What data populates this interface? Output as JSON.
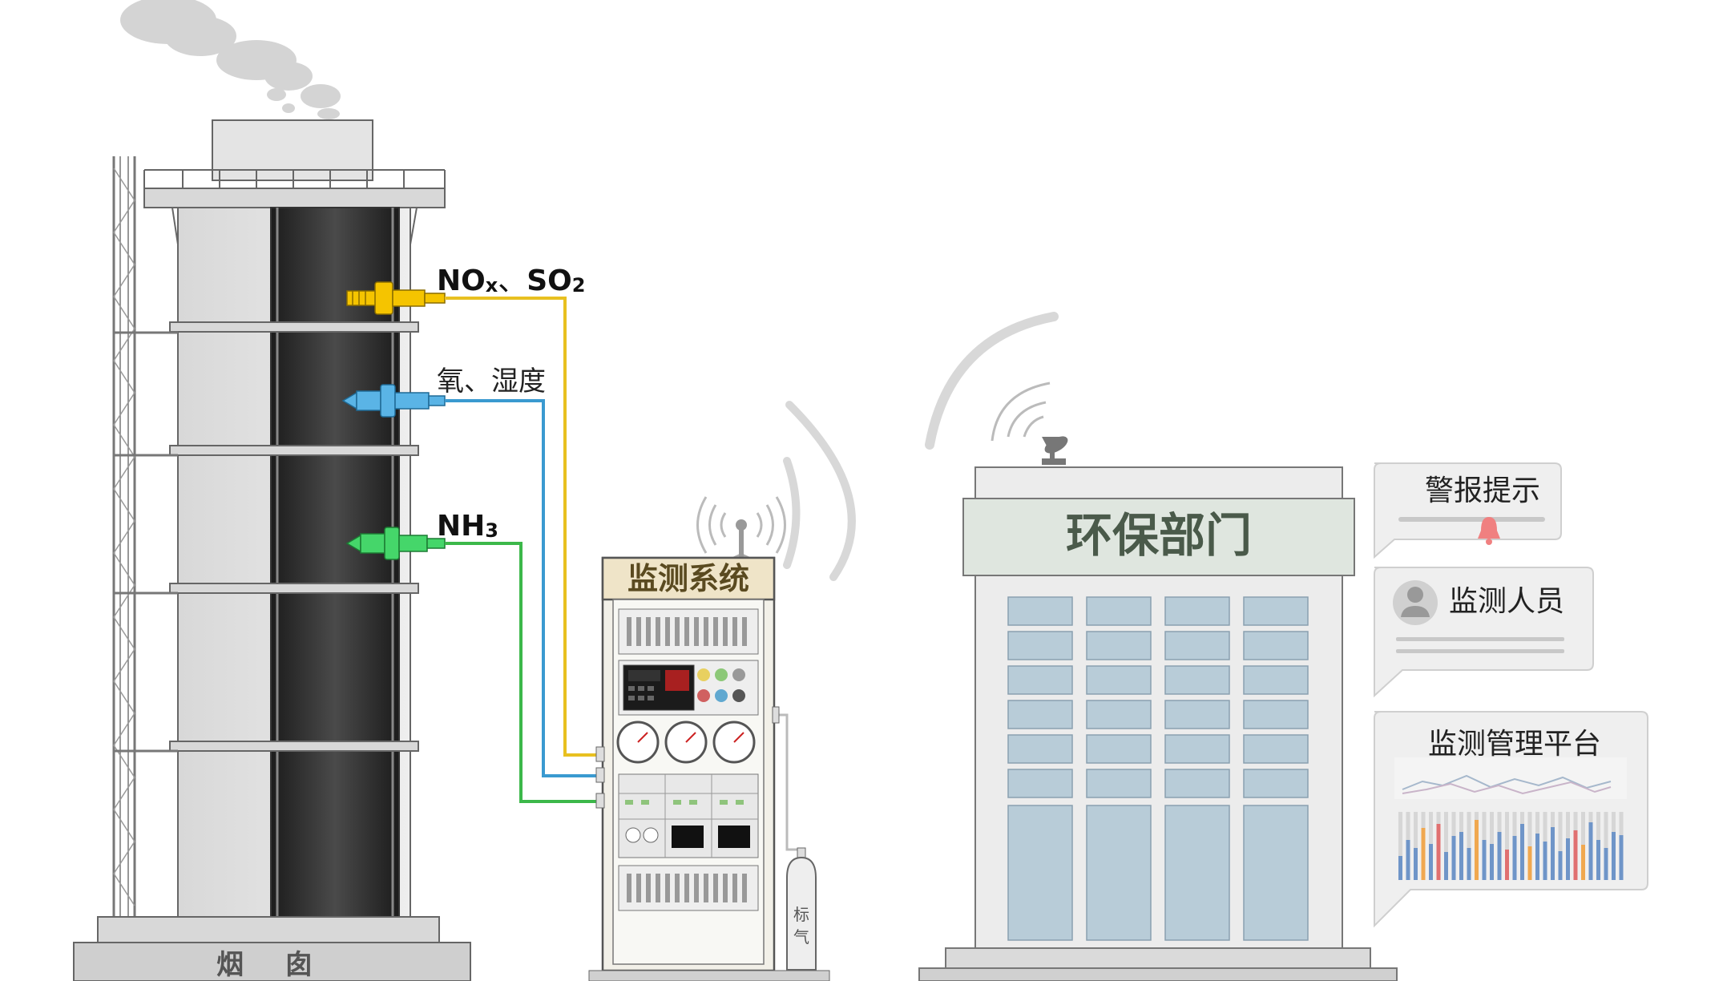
{
  "chimney": {
    "name": "烟 囱",
    "probes": [
      {
        "label_main": "NOx",
        "label_sub1": "x",
        "label_sep": "、",
        "label_main2": "SO",
        "label_sub2": "2",
        "color": "#f5c400"
      },
      {
        "label": "氧、湿度",
        "color": "#5ab4e6"
      },
      {
        "label_main": "NH",
        "label_sub": "3",
        "color": "#45d66a"
      }
    ]
  },
  "monitor": {
    "title": "监测系统",
    "gas_bottle": "标气"
  },
  "epa": {
    "title": "环保部门"
  },
  "bubbles": [
    {
      "title": "警报提示",
      "icon": "bell-icon",
      "accent": "#f08080"
    },
    {
      "title": "监测人员",
      "icon": "user-avatar-icon"
    },
    {
      "title": "监测管理平台",
      "icon": "chart-icon"
    }
  ],
  "colors": {
    "nox_so2_line": "#e8c020",
    "oxygen_line": "#3a9ad0",
    "nh3_line": "#3cb84a",
    "flue_dark": "#2a2a2a",
    "building_glass": "#b8ccd8",
    "epa_sign": "#dfe6df"
  }
}
